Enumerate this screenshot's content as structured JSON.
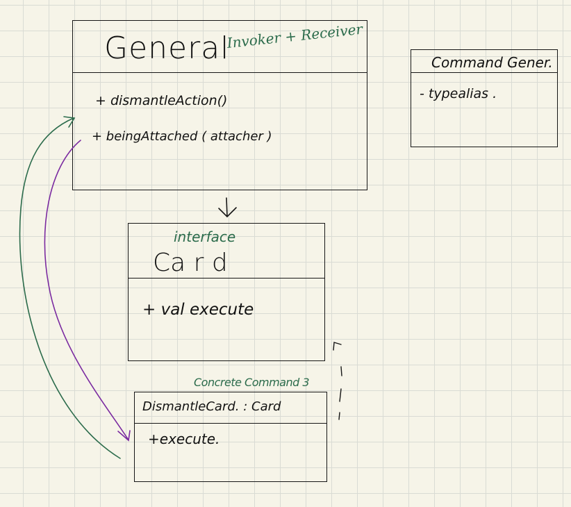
{
  "classes": {
    "general": {
      "name": "General",
      "stereotype": "Invoker + Receiver",
      "members": [
        "+ dismantleAction()",
        "+ beingAttached ( attacher )"
      ]
    },
    "command_gener": {
      "name": "Command Gener.",
      "members": [
        "- typealias ."
      ]
    },
    "card": {
      "stereotype": "interface",
      "name": "Ca r d",
      "members": [
        "+ val execute"
      ]
    },
    "dismantle_card": {
      "stereotype": "Concrete Command 3",
      "name": "DismantleCard. : Card",
      "members": [
        "+execute."
      ]
    }
  },
  "colors": {
    "ink": "#151515",
    "green_ink": "#2b6b4b",
    "purple_ink": "#7a2aa0",
    "grid": "#d9dbd4",
    "paper": "#f6f4e8"
  }
}
